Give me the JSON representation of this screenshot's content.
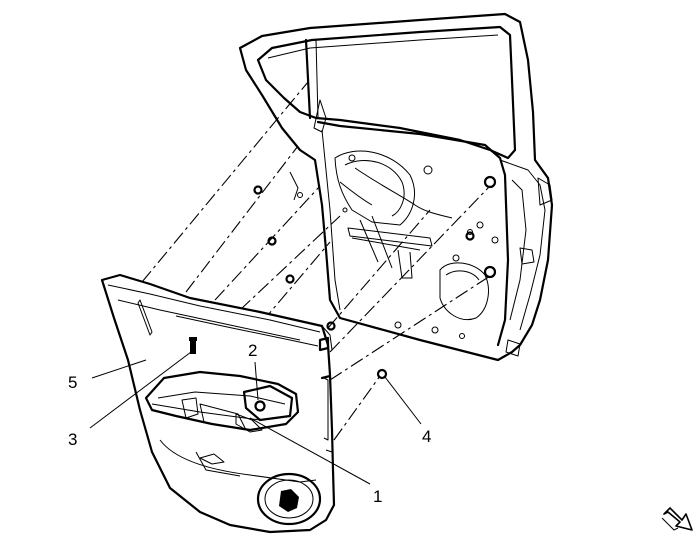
{
  "callouts": [
    {
      "id": "1",
      "label": "1"
    },
    {
      "id": "2",
      "label": "2"
    },
    {
      "id": "3",
      "label": "3"
    },
    {
      "id": "4",
      "label": "4"
    },
    {
      "id": "5",
      "label": "5"
    }
  ],
  "icons": {
    "view_direction": "view-direction-arrow-icon"
  }
}
